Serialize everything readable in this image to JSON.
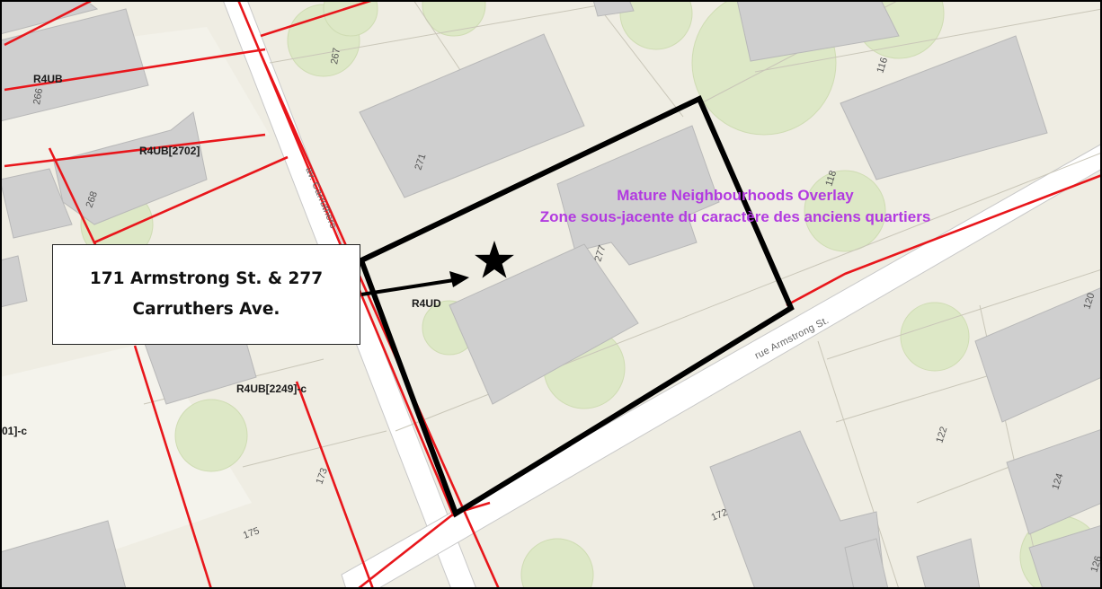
{
  "callout": {
    "line1": "171 Armstrong St. & 277",
    "line2": "Carruthers Ave."
  },
  "overlay_label": {
    "line1": "Mature Neighbourhoods Overlay",
    "line2": "Zone sous-jacente du caractère des anciens quartiers"
  },
  "zone_labels": {
    "r4ub_top": "R4UB",
    "r4ub_2702": "R4UB[2702]",
    "r4ud": "R4UD",
    "r4ub_2249": "R4UB[2249]-c",
    "edge_left": "01]-c"
  },
  "street_labels": {
    "armstrong": "rue Armstrong St.",
    "carruthers": "av. Carruthers"
  },
  "addresses": {
    "a266": "266",
    "a267": "267",
    "a268": "268",
    "a271": "271",
    "a277": "277",
    "a116": "116",
    "a118": "118",
    "a120": "120",
    "a122": "122",
    "a124": "124",
    "a126": "126",
    "a172": "172",
    "a173": "173",
    "a175": "175"
  },
  "colors": {
    "land": "#efede3",
    "road": "#ffffff",
    "building": "#cfcfcf",
    "building_edge": "#b8b8b8",
    "tree": "#dde8c6",
    "zone_line": "#e8161b",
    "site_outline": "#000000",
    "overlay_text": "#b23ae0"
  },
  "icons": {
    "site_marker": "star-icon",
    "pointer": "arrow-icon"
  }
}
